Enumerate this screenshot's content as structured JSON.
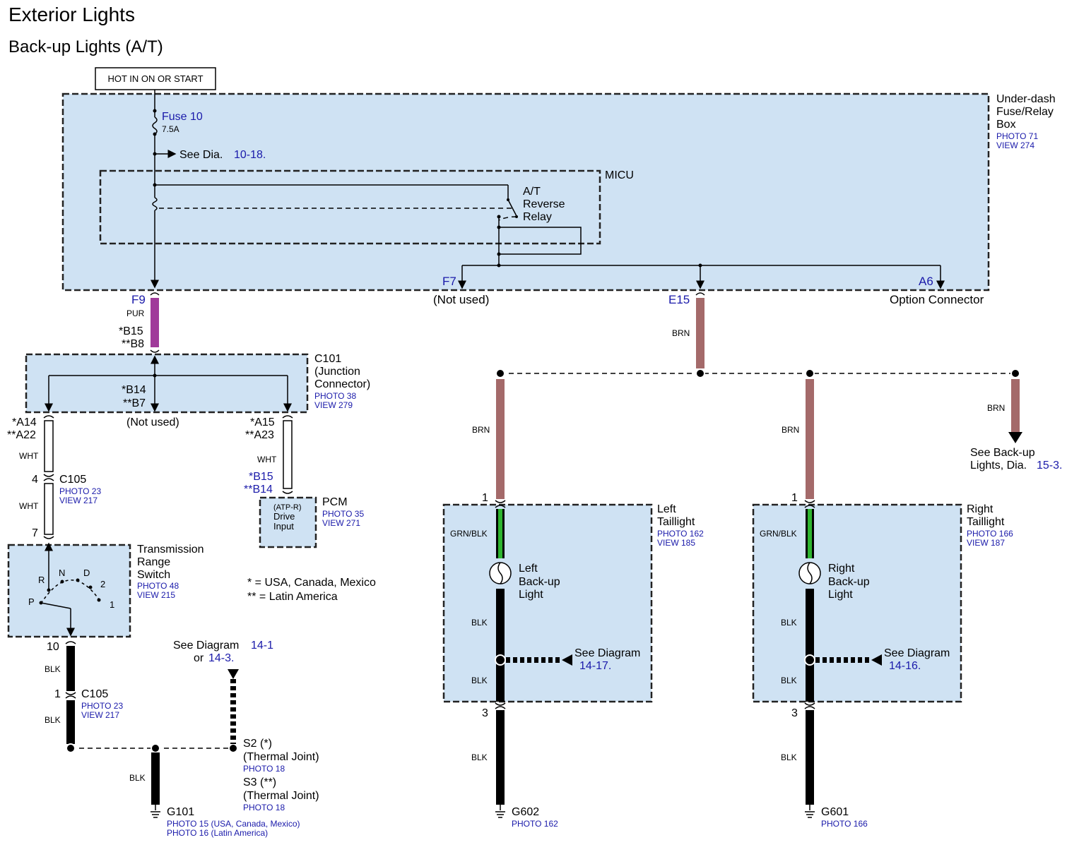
{
  "title": "Exterior Lights",
  "subtitle": "Back-up Lights (A/T)",
  "power": "HOT IN ON OR START",
  "fusebox": {
    "line1": "Under-dash",
    "line2": "Fuse/Relay",
    "line3": "Box",
    "photo": "PHOTO 71",
    "view": "VIEW 274",
    "fuse_label": "Fuse 10",
    "fuse_rating": "7.5A",
    "see_dia": "See Dia.",
    "see_dia_ref": "10-18.",
    "micu": "MICU",
    "relay_1": "A/T",
    "relay_2": "Reverse",
    "relay_3": "Relay",
    "pin_f9": "F9",
    "pin_f7": "F7",
    "pin_e15": "E15",
    "pin_a6": "A6",
    "not_used": "(Not used)",
    "option": "Option Connector"
  },
  "wires": {
    "pur": "PUR",
    "brn": "BRN",
    "wht": "WHT",
    "blk": "BLK",
    "grn_blk": "GRN/BLK"
  },
  "c101": {
    "pin_b15": "*B15",
    "pin_b8": "**B8",
    "name": "C101",
    "desc1": "(Junction",
    "desc2": "Connector)",
    "photo": "PHOTO 38",
    "view": "VIEW 279",
    "pin_b14": "*B14",
    "pin_b7": "**B7",
    "not_used": "(Not used)",
    "pin_a14": "*A14",
    "pin_a22": "**A22",
    "pin_a15": "*A15",
    "pin_a23": "**A23"
  },
  "c105_top": {
    "pin4": "4",
    "name": "C105",
    "photo": "PHOTO 23",
    "view": "VIEW 217",
    "pin7": "7"
  },
  "pcm": {
    "pin_b15": "*B15",
    "pin_b14": "**B14",
    "name": "PCM",
    "photo": "PHOTO 35",
    "view": "VIEW 271",
    "in1": "(ATP-R)",
    "in2": "Drive",
    "in3": "Input"
  },
  "trs": {
    "line1": "Transmission",
    "line2": "Range",
    "line3": "Switch",
    "photo": "PHOTO 48",
    "view": "VIEW 215",
    "pos_r": "R",
    "pos_n": "N",
    "pos_d": "D",
    "pos_2": "2",
    "pos_1": "1",
    "pos_p": "P",
    "pin10": "10"
  },
  "legend": {
    "star": "* = USA, Canada, Mexico",
    "dstar": "** = Latin America"
  },
  "c105_bot": {
    "pin1": "1",
    "name": "C105",
    "photo": "PHOTO 23",
    "view": "VIEW 217"
  },
  "see_diag_s": {
    "pre": "See Diagram",
    "ref1": "14-1",
    "or": "or",
    "ref2": "14-3."
  },
  "s2": {
    "name": "S2 (*)",
    "desc": "(Thermal Joint)",
    "photo": "PHOTO 18"
  },
  "s3": {
    "name": "S3 (**)",
    "desc": "(Thermal Joint)",
    "photo": "PHOTO 18"
  },
  "g101": {
    "name": "G101",
    "photo1": "PHOTO 15 (USA, Canada, Mexico)",
    "photo2": "PHOTO 16 (Latin America)"
  },
  "left_tail": {
    "l1": "Left",
    "l2": "Taillight",
    "photo": "PHOTO 162",
    "view": "VIEW 185",
    "bulb1": "Left",
    "bulb2": "Back-up",
    "bulb3": "Light",
    "see": "See Diagram",
    "ref": "14-17.",
    "pin1": "1",
    "pin3": "3"
  },
  "right_tail": {
    "l1": "Right",
    "l2": "Taillight",
    "photo": "PHOTO 166",
    "view": "VIEW 187",
    "bulb1": "Right",
    "bulb2": "Back-up",
    "bulb3": "Light",
    "see": "See Diagram",
    "ref": "14-16.",
    "pin1": "1",
    "pin3": "3"
  },
  "see_backup": {
    "l1": "See Back-up",
    "l2": "Lights, Dia.",
    "ref": "15-3."
  },
  "g602": {
    "name": "G602",
    "photo": "PHOTO 162"
  },
  "g601": {
    "name": "G601",
    "photo": "PHOTO 166"
  },
  "colors": {
    "box_fill": "#cfe2f3",
    "pur": "#a03a9a",
    "brn": "#a46a6a",
    "grn": "#2fb52f",
    "link": "#1a1aaa"
  }
}
